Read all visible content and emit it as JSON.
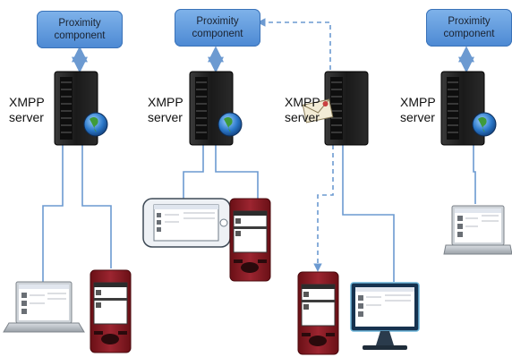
{
  "columns": [
    {
      "proximity_label": "Proximity component",
      "server_label_line1": "XMPP",
      "server_label_line2": "server"
    },
    {
      "proximity_label": "Proximity component",
      "server_label_line1": "XMPP",
      "server_label_line2": "server"
    },
    {
      "server_label_line1": "XMPP",
      "server_label_line2": "server"
    },
    {
      "proximity_label": "Proximity component",
      "server_label_line1": "XMPP",
      "server_label_line2": "server"
    }
  ],
  "colors": {
    "connector": "#6c9ad1",
    "proximity_box": "#5b96dc",
    "server_body": "#1b1b1b",
    "phone_body": "#8b1b22"
  },
  "icons": [
    "globe-icon",
    "envelope-icon",
    "laptop-icon",
    "smartphone-icon",
    "monitor-icon"
  ]
}
